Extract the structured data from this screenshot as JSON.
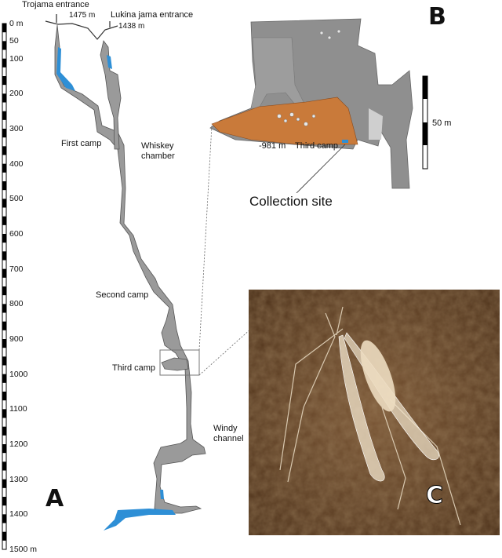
{
  "figure": {
    "panels": {
      "a": "A",
      "b": "B",
      "c": "C"
    },
    "entrances": {
      "trojama_name": "Trojama entrance",
      "trojama_alt": "1475 m",
      "lukina_name": "Lukina jama entrance",
      "lukina_alt": "1438 m"
    },
    "depth_scale": [
      "0 m",
      "50",
      "100",
      "200",
      "300",
      "400",
      "500",
      "600",
      "700",
      "800",
      "900",
      "1000",
      "1100",
      "1200",
      "1300",
      "1400",
      "1500 m"
    ],
    "cave_labels": {
      "first_camp": "First camp",
      "whiskey_line1": "Whiskey",
      "whiskey_line2": "chamber",
      "second_camp": "Second camp",
      "third_camp": "Third camp",
      "windy_line1": "Windy",
      "windy_line2": "channel"
    },
    "inset": {
      "depth": "-981 m",
      "third_camp": "Third camp",
      "scale_bar": "50 m",
      "collection_site": "Collection site"
    },
    "colors": {
      "rock": "#9a9a9a",
      "water": "#2e8fd6",
      "sediment": "#c97a3a",
      "photo_bg": "#6b4a2c"
    }
  }
}
